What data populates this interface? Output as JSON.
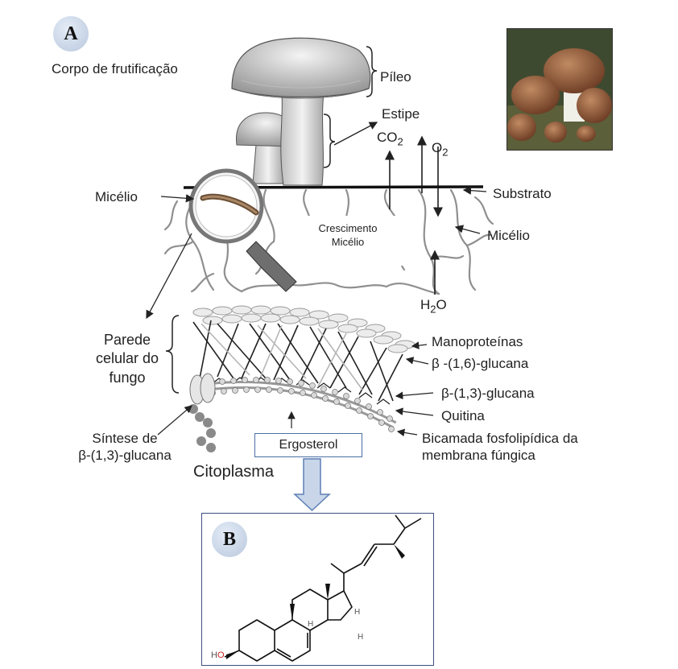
{
  "panel_a": {
    "badge": "A",
    "fruiting_body": "Corpo de frutificação",
    "pileus": "Píleo",
    "stipe": "Estipe",
    "co2": "CO",
    "co2_sub": "2",
    "o2": "O",
    "o2_sub": "2",
    "mycelium_left": "Micélio",
    "substrate": "Substrato",
    "growth_line1": "Crescimento",
    "growth_line2": "Micélio",
    "mycelium_right": "Micélio",
    "h2o": "H",
    "h2o_sub": "2",
    "h2o_tail": "O"
  },
  "cell_wall": {
    "wall_line1": "Parede",
    "wall_line2": "celular do",
    "wall_line3": "fungo",
    "mannoproteins": "Manoproteínas",
    "beta16": "β -(1,6)-glucana",
    "beta13": "β-(1,3)-glucana",
    "chitin": "Quitina",
    "bilayer_line1": "Bicamada fosfolipídica da",
    "bilayer_line2": "membrana fúngica",
    "synthesis_line1": "Síntese de",
    "synthesis_line2": "β-(1,3)-glucana",
    "ergosterol": "Ergosterol",
    "cytoplasm": "Citoplasma"
  },
  "panel_b": {
    "badge": "B",
    "h_label": "H",
    "o_label": "O",
    "h_atom": "H"
  },
  "colors": {
    "badge_fill": "#c7d3e6",
    "box_border": "#4a6fa5",
    "arrow_fill": "#c9d6ea",
    "oxygen": "#cc2222"
  }
}
